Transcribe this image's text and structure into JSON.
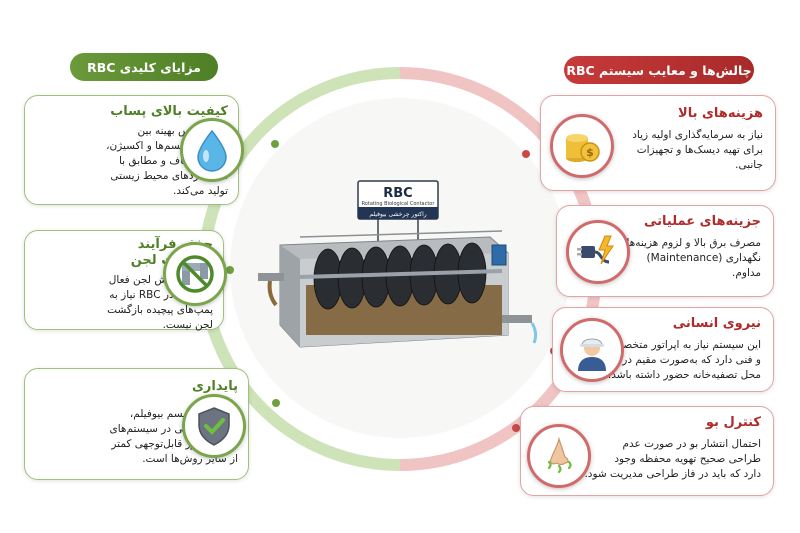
{
  "left_header": "مزایای کلیدی RBC",
  "right_header": "چالش‌ها و معایب سیستم RBC",
  "benefits": [
    {
      "title": "کیفیت بالای پساب",
      "lines": [
        "زمان تماس بهینه بین",
        "میکروارگانیسم‌ها و اکسیژن،",
        "پسابی شفاف و مطابق با",
        "استانداردهای محیط زیستی",
        "تولید می‌کند."
      ],
      "icon": "water-drop-icon"
    },
    {
      "title": "حذف فرآیند",
      "title2": "بازگشت لجن",
      "lines": [
        "برخلاف روش لجن فعال",
        "کلاسیک، در RBC نیاز به",
        "پمپ‌های پیچیده بازگشت",
        "لجن نیست."
      ],
      "icon": "no-pipe-icon"
    },
    {
      "title": "پایداری",
      "lines": [
        "به دلیل مکانیسم بیوفیلم،",
        "ریسک گرفتگی در سیستم‌های",
        "RBC به‌طور قابل‌توجهی کمتر",
        "از سایر روش‌ها است."
      ],
      "icon": "shield-check-icon"
    }
  ],
  "challenges": [
    {
      "title": "هزینه‌های بالا",
      "lines": [
        "نیاز به سرمایه‌گذاری اولیه زیاد",
        "برای تهیه دیسک‌ها و تجهیزات",
        "جانبی."
      ],
      "icon": "coins-icon"
    },
    {
      "title": "جزینه‌های عملیاتی",
      "lines": [
        "مصرف برق بالا و لزوم هزینه‌های",
        "نگهداری (Maintenance)",
        "مداوم."
      ],
      "icon": "power-plug-icon"
    },
    {
      "title": "نیروی انسانی",
      "lines": [
        "این سیستم نیاز به اپراتور متخصص",
        "و فنی دارد که به‌صورت مقیم در",
        "محل تصفیه‌خانه حضور داشته باشد."
      ],
      "icon": "worker-icon"
    },
    {
      "title": "کنترل بو",
      "lines": [
        "احتمال انتشار بو در صورت عدم",
        "طراحی صحیح تهویه محفظه وجود",
        "دارد که باید در فاز طراحی مدیریت شود."
      ],
      "icon": "nose-odor-icon"
    }
  ],
  "sign": {
    "title": "RBC",
    "subtitle": "Rotating Biological Contactor",
    "persian": "راکتور چرخشی بیوفیلم"
  },
  "colors": {
    "green": "#4f7f26",
    "red": "#b02a2a"
  }
}
